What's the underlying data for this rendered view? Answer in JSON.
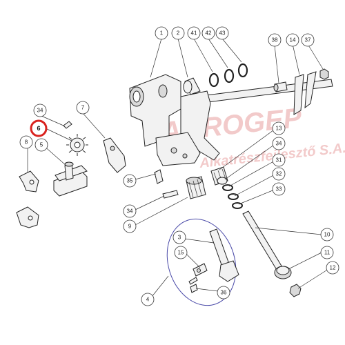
{
  "watermark": {
    "line1": "AGROGEP",
    "line2": "Alkatrészfejlesztő S.A.",
    "color": "#e9a0a0"
  },
  "callouts": [
    {
      "label": "1"
    },
    {
      "label": "2"
    },
    {
      "label": "41"
    },
    {
      "label": "42"
    },
    {
      "label": "43"
    },
    {
      "label": "38"
    },
    {
      "label": "14"
    },
    {
      "label": "37"
    },
    {
      "label": "34"
    },
    {
      "label": "6"
    },
    {
      "label": "7"
    },
    {
      "label": "8"
    },
    {
      "label": "5"
    },
    {
      "label": "13"
    },
    {
      "label": "34"
    },
    {
      "label": "31"
    },
    {
      "label": "32"
    },
    {
      "label": "33"
    },
    {
      "label": "35"
    },
    {
      "label": "34"
    },
    {
      "label": "9"
    },
    {
      "label": "10"
    },
    {
      "label": "11"
    },
    {
      "label": "12"
    },
    {
      "label": "3"
    },
    {
      "label": "15"
    },
    {
      "label": "36"
    },
    {
      "label": "4"
    }
  ],
  "highlight": {
    "color": "#d9231f"
  },
  "assembly_outline_color": "#4a4aa8"
}
